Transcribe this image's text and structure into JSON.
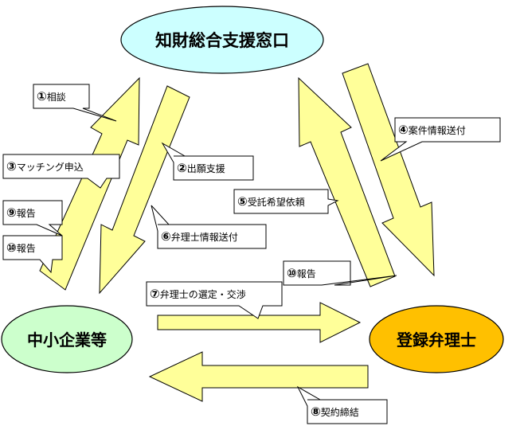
{
  "nodes": {
    "center": {
      "label": "知財総合支援窓口",
      "color": "#ccffff"
    },
    "sme": {
      "label": "中小企業等",
      "color": "#ccffcc"
    },
    "attorney": {
      "label": "登録弁理士",
      "color": "#ffc000"
    }
  },
  "arrow_color": "#ffff99",
  "callouts": {
    "c1": {
      "num": "①",
      "text": "相談"
    },
    "c2": {
      "num": "②",
      "text": "出願支援"
    },
    "c3": {
      "num": "③",
      "text": "マッチング申込"
    },
    "c4": {
      "num": "④",
      "text": "案件情報送付"
    },
    "c5": {
      "num": "⑤",
      "text": "受託希望依頼"
    },
    "c6": {
      "num": "⑥",
      "text": "弁理士情報送付"
    },
    "c7": {
      "num": "⑦",
      "text": "弁理士の選定・交渉"
    },
    "c8": {
      "num": "⑧",
      "text": "契約締結"
    },
    "c9": {
      "num": "⑨",
      "text": "報告"
    },
    "c10a": {
      "num": "⑩",
      "text": "報告"
    },
    "c10b": {
      "num": "⑩",
      "text": "報告"
    }
  }
}
